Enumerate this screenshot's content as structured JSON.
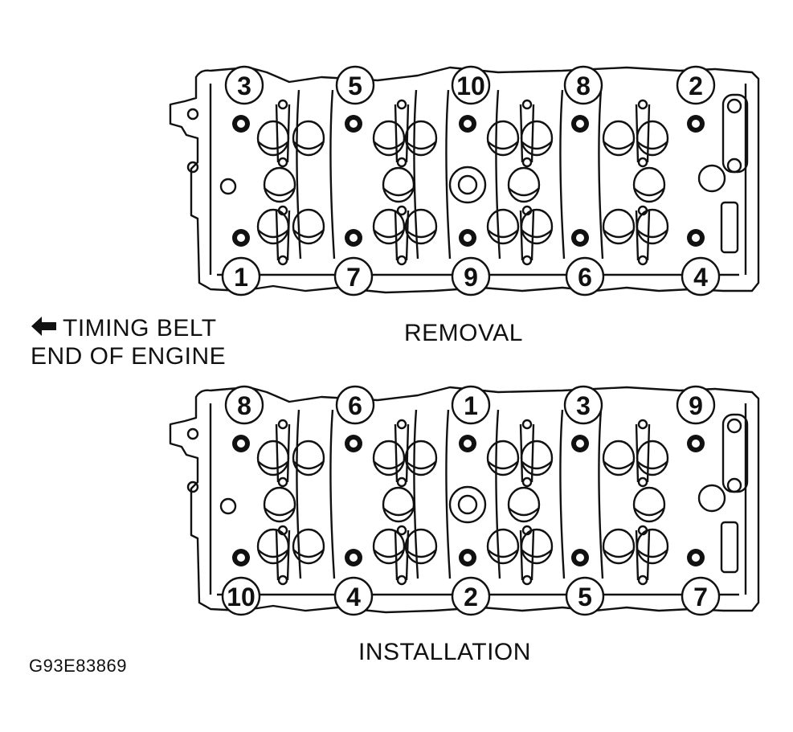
{
  "removal": {
    "caption": "REMOVAL",
    "top_labels": [
      "3",
      "5",
      "10",
      "8",
      "2"
    ],
    "bottom_labels": [
      "1",
      "7",
      "9",
      "6",
      "4"
    ]
  },
  "installation": {
    "caption": "INSTALLATION",
    "top_labels": [
      "8",
      "6",
      "1",
      "3",
      "9"
    ],
    "bottom_labels": [
      "10",
      "4",
      "2",
      "5",
      "7"
    ]
  },
  "note": {
    "line1": "TIMING BELT",
    "line2": "END OF ENGINE",
    "arrow_icon": "left-arrow-icon"
  },
  "figure_code": "G93E83869"
}
